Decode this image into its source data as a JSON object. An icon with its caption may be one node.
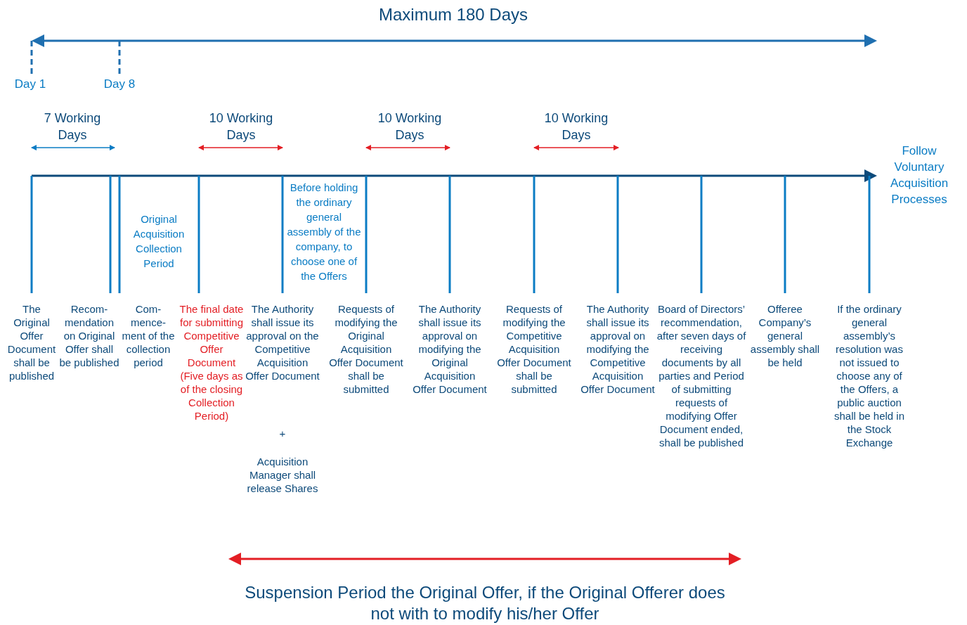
{
  "diagram": {
    "title": "Maximum 180 Days",
    "caption": "Suspension Period the Original Offer, if the Original Offerer does not with to modify his/her Offer",
    "labels": [
      "Day 1",
      "Day 8",
      "7 Working Days",
      "10 Working Days",
      "10 Working Days",
      "10 Working Days",
      "Follow Voluntary Acquisition Processes",
      "Original Acquisition Collection Period",
      "Before holding the ordinary general assembly of the company, to choose one of the Offers",
      "The Original Offer Document shall be published",
      "Recom-mendation on Original Offer shall be published",
      "Com-mence-ment of the collection period",
      "The final date for submitting Competitive Offer Document (Five days as of the closing Collection Period)",
      "The Authority shall issue its approval on the Competitive Acquisition Offer Document",
      "+",
      "Acquisition Manager shall release Shares",
      "Requests of modifying the Original Acquisition Offer Document shall be submitted",
      "The Authority shall issue its approval on modifying the Original Acquisition Offer Document",
      "Requests of modifying the Competitive Acquisition Offer Document shall be submitted",
      "The Authority shall issue its approval on modifying the Competitive Acquisition Offer Document",
      "Board of Directors’ recommendation, after seven days of receiving documents by all parties and Period of submitting requests of modifying Offer Document ended, shall be published",
      "Offeree Company’s general assembly shall be held",
      "If the ordinary general assembly’s resolution was not issued to choose any of the Offers, a public auction shall be held in the Stock Exchange"
    ]
  }
}
